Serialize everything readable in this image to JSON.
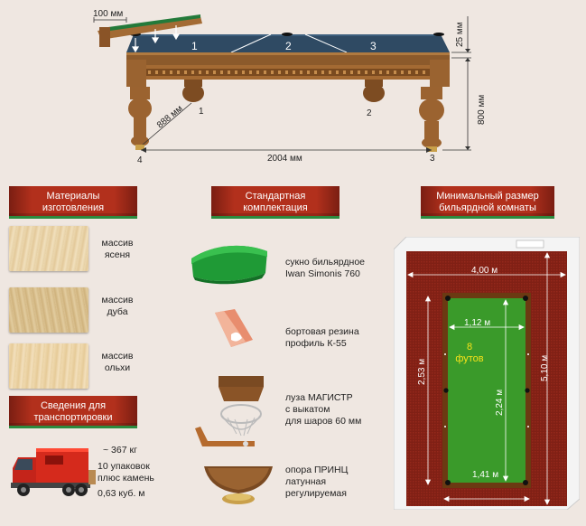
{
  "table_diagram": {
    "top_width": "100 мм",
    "height_top": "25 мм",
    "height_total": "800 мм",
    "leg_span": "888 мм",
    "length": "2004 мм",
    "numbers": [
      "1",
      "2",
      "3",
      "1",
      "2",
      "3",
      "4"
    ]
  },
  "materials": {
    "header_line1": "Материалы",
    "header_line2": "изготовления",
    "items": [
      {
        "label": "массив\nясеня",
        "color": "#e8d2a8"
      },
      {
        "label": "массив\nдуба",
        "color": "#d9bf8b"
      },
      {
        "label": "массив\nольхи",
        "color": "#ecd3a5"
      }
    ]
  },
  "transport": {
    "header_line1": "Сведения для",
    "header_line2": "транспортировки",
    "weight": "~ 367 кг",
    "packages": "10 упаковок\nплюс камень",
    "volume": "0,63 куб. м"
  },
  "kit": {
    "header_line1": "Стандартная",
    "header_line2": "комплектация",
    "items": [
      {
        "label": "сукно бильярдное\nIwan Simonis 760"
      },
      {
        "label": "бортовая резина\nпрофиль К-55"
      },
      {
        "label": "луза МАГИСТР\nс выкатом\nдля шаров 60 мм"
      },
      {
        "label": "опора ПРИНЦ\nлатунная\nрегулируемая"
      }
    ]
  },
  "room": {
    "header_line1": "Минимальный размер",
    "header_line2": "бильярдной комнаты",
    "width": "4,00 м",
    "length": "5,10 м",
    "table_width": "2,53 м",
    "inner_width": "1,12 м",
    "inner_length": "2,24 м",
    "bottom_width": "1,41 м",
    "size_label_line1": "8",
    "size_label_line2": "футов",
    "colors": {
      "carpet": "#8a2418",
      "felt": "#3a9a2a",
      "rail": "#6b3a12",
      "label": "#f5e21a"
    }
  }
}
